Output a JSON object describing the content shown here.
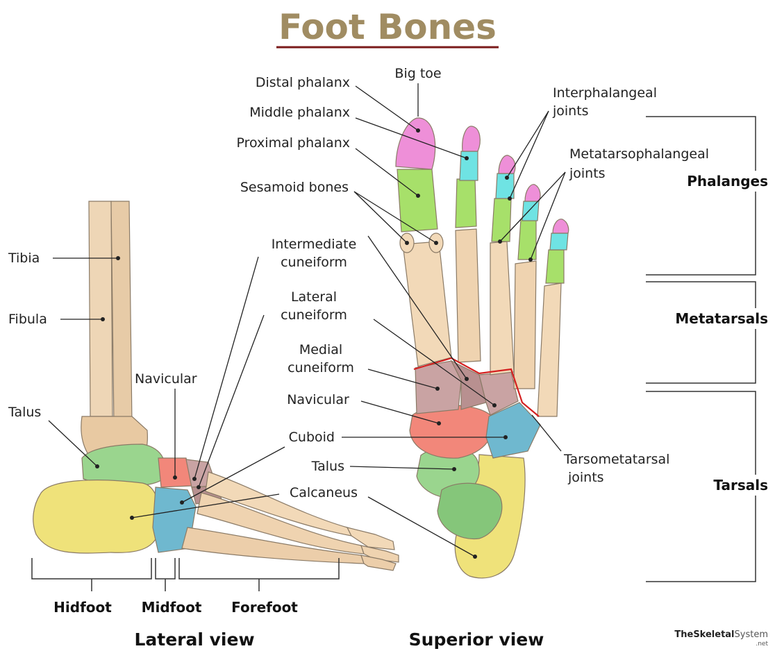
{
  "title": "Foot Bones",
  "views": {
    "lateral": "Lateral view",
    "superior": "Superior view"
  },
  "lateral_labels": {
    "tibia": "Tibia",
    "fibula": "Fibula",
    "talus": "Talus",
    "navicular": "Navicular"
  },
  "lateral_regions": {
    "hindfoot": "Hidfoot",
    "midfoot": "Midfoot",
    "forefoot": "Forefoot"
  },
  "superior_labels": {
    "big_toe": "Big toe",
    "distal_phalanx": "Distal phalanx",
    "middle_phalanx": "Middle phalanx",
    "proximal_phalanx": "Proximal phalanx",
    "sesamoid": "Sesamoid bones",
    "interphalangeal_1": "Interphalangeal",
    "interphalangeal_2": "joints",
    "mtp_1": "Metatarsophalangeal",
    "mtp_2": "joints",
    "intermediate_1": "Intermediate",
    "intermediate_2": "cuneiform",
    "lateral_1": "Lateral",
    "lateral_2": "cuneiform",
    "medial_1": "Medial",
    "medial_2": "cuneiform",
    "navicular": "Navicular",
    "cuboid": "Cuboid",
    "talus": "Talus",
    "calcaneus": "Calcaneus",
    "tmt_1": "Tarsometatarsal",
    "tmt_2": "joints"
  },
  "groups": {
    "phalanges": "Phalanges",
    "metatarsals": "Metatarsals",
    "tarsals": "Tarsals"
  },
  "logo": {
    "bold": "TheSkeletal",
    "normal": "System",
    "suffix": ".net"
  },
  "colors": {
    "title": "#a08c62",
    "title_underline": "#7a1a1a",
    "bone": "#f2d9b8",
    "distal_phalanx": "#ee8fd8",
    "middle_phalanx": "#6fe3e3",
    "proximal_phalanx": "#a7e06a",
    "calcaneus": "#efe27a",
    "talus": "#9ad58e",
    "navicular": "#f2877a",
    "cuboid": "#6fb8cf",
    "cuneiform": "#c9a3a3",
    "tmt_joint_line": "#d42020"
  }
}
